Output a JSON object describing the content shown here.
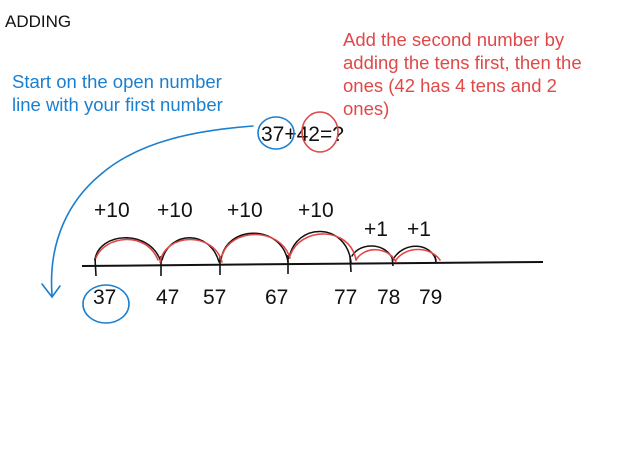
{
  "title": "ADDING",
  "instruction_blue": [
    "Start on the open number",
    "line with your first number"
  ],
  "instruction_red": [
    "Add the second number by",
    "adding the tens first, then the",
    "ones (42 has 4 tens and 2",
    "ones)"
  ],
  "equation": {
    "first": "37",
    "plus": "+",
    "second": "42",
    "rest": "=?"
  },
  "jump_labels": [
    "+10",
    "+10",
    "+10",
    "+10",
    "+1",
    "+1"
  ],
  "tick_labels": [
    "37",
    "47",
    "57",
    "67",
    "77",
    "78",
    "79"
  ],
  "colors": {
    "blue": "#1a7fd0",
    "red": "#e04848",
    "ink": "#111111"
  }
}
